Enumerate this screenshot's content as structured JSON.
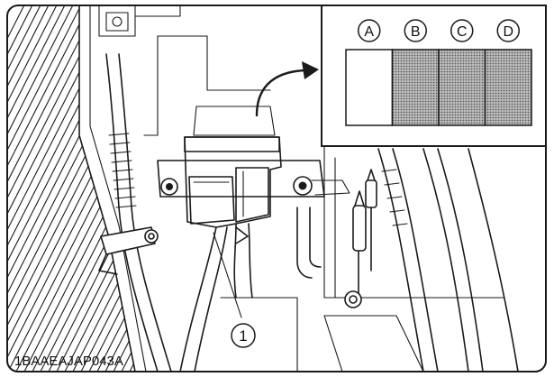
{
  "figure": {
    "code": "1BAAEAJAP043A",
    "callout_number": "1"
  },
  "inset": {
    "items": [
      {
        "letter": "A",
        "fill": "#ffffff"
      },
      {
        "letter": "B",
        "fill": "#8c8c8c"
      },
      {
        "letter": "C",
        "fill": "#8c8c8c"
      },
      {
        "letter": "D",
        "fill": "#8c8c8c"
      }
    ]
  },
  "colors": {
    "ink": "#1a1a1a",
    "shade": "#8c8c8c",
    "dot": "#5a5a5a"
  },
  "icons": {
    "callout": "circled-number-callout",
    "arrow": "curved-pointer-arrow"
  }
}
